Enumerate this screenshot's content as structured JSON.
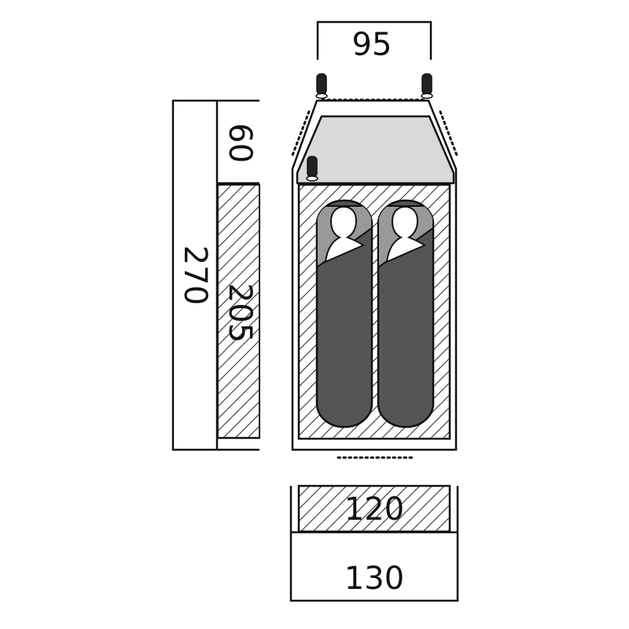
{
  "dimensions": {
    "top_width": "95",
    "vestibule_depth": "60",
    "total_length": "270",
    "inner_length": "205",
    "inner_width": "120",
    "outer_width": "130"
  },
  "colors": {
    "line": "#111111",
    "vestibule_fill": "#d9d9d9",
    "sleeping_bag": "#555555",
    "hood": "#999999",
    "hatch": "#333333",
    "background": "#ffffff"
  },
  "icons": [
    "tent-peg-icon",
    "sleeping-bag-icon",
    "person-silhouette-icon"
  ]
}
